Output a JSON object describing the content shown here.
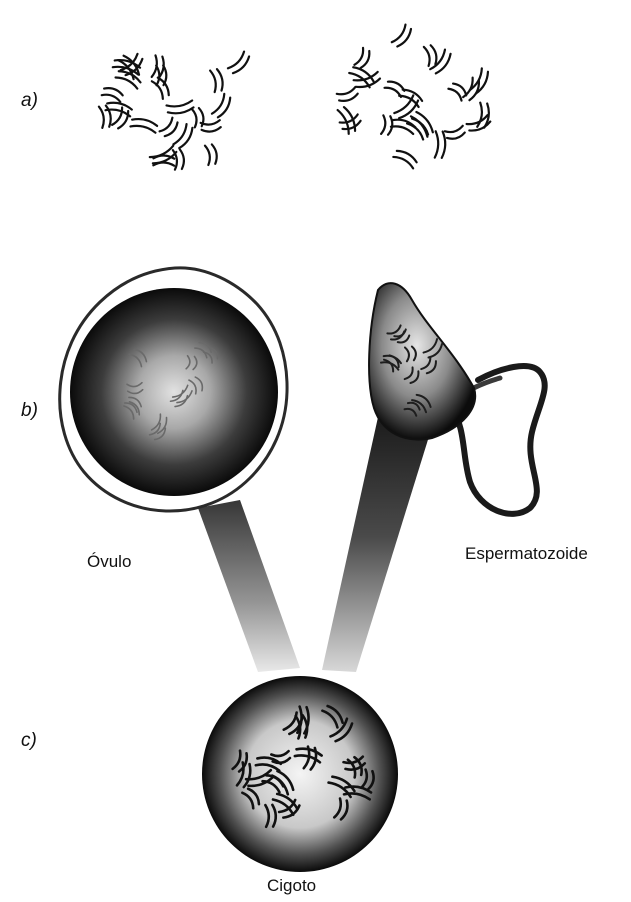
{
  "rows": [
    {
      "id": "a",
      "label": "a)"
    },
    {
      "id": "b",
      "label": "b)"
    },
    {
      "id": "c",
      "label": "c)"
    }
  ],
  "captions": {
    "ovulo": "Óvulo",
    "espermatozoide": "Espermatozoide",
    "cigoto": "Cigoto"
  }
}
